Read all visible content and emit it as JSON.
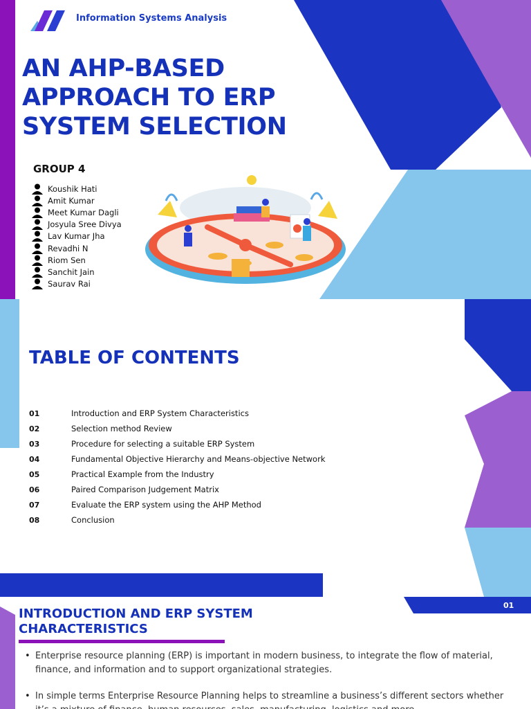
{
  "slide1": {
    "brand": "Information Systems Analysis",
    "title": "AN AHP-BASED\nAPPROACH TO ERP\n SYSTEM SELECTION",
    "group_label": "GROUP 4",
    "members": [
      "Koushik Hati",
      "Amit Kumar",
      "Meet Kumar Dagli",
      "Josyula Sree Divya",
      "Lav Kumar Jha",
      "Revadhi N",
      "Riom Sen",
      "Sanchit Jain",
      "Saurav Rai"
    ]
  },
  "slide2": {
    "title": "TABLE OF CONTENTS",
    "items": [
      {
        "num": "01",
        "label": "Introduction and ERP System Characteristics"
      },
      {
        "num": "02",
        "label": "Selection method Review"
      },
      {
        "num": "03",
        "label": "Procedure for selecting a suitable ERP System"
      },
      {
        "num": "04",
        "label": "Fundamental Objective Hierarchy and Means-objective Network"
      },
      {
        "num": "05",
        "label": "Practical Example from the Industry"
      },
      {
        "num": "06",
        "label": "Paired Comparison Judgement Matrix"
      },
      {
        "num": "07",
        "label": "Evaluate the ERP system using the AHP Method"
      },
      {
        "num": "08",
        "label": "Conclusion"
      }
    ]
  },
  "slide3": {
    "title": "INTRODUCTION AND ERP SYSTEM\nCHARACTERISTICS",
    "page_number": "01",
    "bullets": [
      "Enterprise resource planning (ERP) is important in modern business, to integrate the flow of material, finance, and information and to support organizational strategies.",
      "In simple terms Enterprise Resource Planning helps to streamline a business’s different sectors whether it’s a mixture of finance, human resources, sales, manufacturing, logistics and more."
    ]
  },
  "colors": {
    "primary_blue": "#1531b8",
    "deep_blue": "#1b35c2",
    "purple": "#9b5fd0",
    "violet_bar": "#8a12b8",
    "light_blue": "#86c5ec"
  }
}
